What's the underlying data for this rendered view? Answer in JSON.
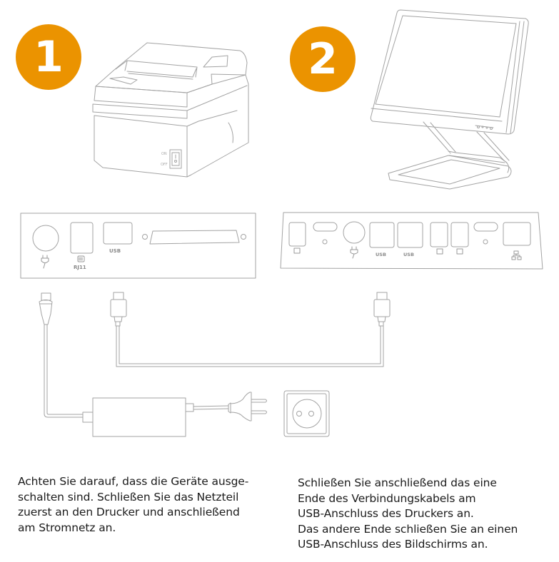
{
  "steps": [
    {
      "number": "1",
      "device": "receipt-printer",
      "switch_labels": {
        "on": "ON",
        "off": "OFF"
      },
      "ports": [
        {
          "type": "power",
          "icon": "power-plug-icon",
          "label": ""
        },
        {
          "type": "rj11",
          "icon": "rj11-icon",
          "label": "RJ11"
        },
        {
          "type": "usb",
          "icon": "",
          "label": "USB"
        },
        {
          "type": "serial",
          "icon": "",
          "label": ""
        }
      ],
      "caption_lines": [
        "Achten Sie darauf, dass die Geräte ausge-",
        "schalten sind. Schließen Sie das Netzteil",
        "zuerst an den Drucker und anschließend",
        "am Stromnetz an."
      ]
    },
    {
      "number": "2",
      "device": "pos-touch-monitor",
      "ports": [
        {
          "type": "rj",
          "icon": "rj-icon",
          "label": ""
        },
        {
          "type": "oval-audio",
          "icon": "",
          "label": ""
        },
        {
          "type": "power",
          "icon": "power-plug-icon",
          "label": ""
        },
        {
          "type": "usb",
          "icon": "",
          "label": "USB"
        },
        {
          "type": "usb",
          "icon": "",
          "label": "USB"
        },
        {
          "type": "rj",
          "icon": "rj-icon",
          "label": ""
        },
        {
          "type": "rj",
          "icon": "rj-icon",
          "label": ""
        },
        {
          "type": "oval-audio",
          "icon": "",
          "label": ""
        },
        {
          "type": "lan",
          "icon": "network-icon",
          "label": ""
        }
      ],
      "caption_lines": [
        "Schließen Sie anschließend das eine",
        "Ende des Verbindungskabels am",
        "USB-Anschluss des Druckers an.",
        "Das andere Ende schließen Sie an einen",
        "USB-Anschluss des Bildschirms an."
      ]
    }
  ],
  "accessories": [
    "power-adapter",
    "usb-cable",
    "eu-plug",
    "wall-socket"
  ],
  "colors": {
    "accent": "#EB9300",
    "line": "#9a9a9a",
    "text": "#1a1a1a"
  }
}
